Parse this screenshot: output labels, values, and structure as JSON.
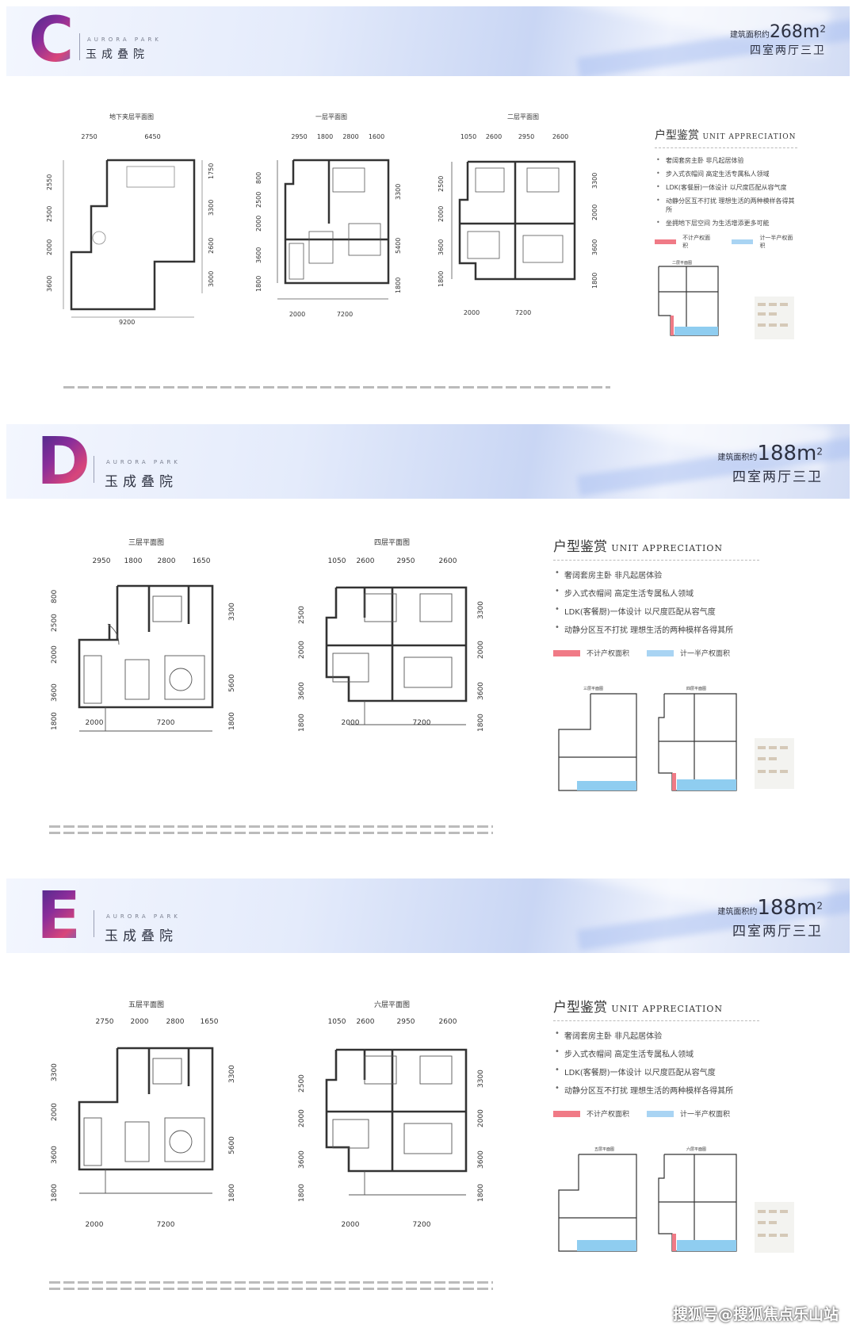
{
  "sections": [
    {
      "letter": "C",
      "brand_en": "AURORA PARK",
      "brand_cn": "玉成叠院",
      "area_label": "建筑面积约",
      "area_value": "268m",
      "area_sup": "2",
      "rooms": "四室两厅三卫",
      "plans": [
        {
          "title": "地下夹层平面图",
          "top_dims": [
            "2750",
            "6450"
          ],
          "bottom_dim": "9200",
          "left_dims": [
            "2550",
            "2500",
            "2000",
            "3600"
          ],
          "right_dims": [
            "1750",
            "3300",
            "2600",
            "3000"
          ]
        },
        {
          "title": "一层平面图",
          "top_dims": [
            "2950",
            "1800",
            "2800",
            "1600"
          ],
          "bottom_dims": [
            "2000",
            "7200"
          ],
          "left_dims": [
            "800",
            "2500",
            "2000",
            "3600",
            "1800"
          ],
          "right_dims": [
            "3300",
            "5400",
            "1800"
          ]
        },
        {
          "title": "二层平面图",
          "top_dims": [
            "1050",
            "2600",
            "2950",
            "2600"
          ],
          "bottom_dims": [
            "2000",
            "7200"
          ],
          "left_dims": [
            "2500",
            "2000",
            "3600",
            "1800"
          ],
          "right_dims": [
            "3300",
            "2000",
            "3600",
            "1800"
          ]
        }
      ],
      "ua_title": "户型鉴赏",
      "ua_title_en": "UNIT APPRECIATION",
      "features": [
        "奢阔套房主卧 非凡起居体验",
        "步入式衣帽间 高定生活专属私人领域",
        "LDK(客餐厨)一体设计 以尺度匹配从容气度",
        "动静分区互不打扰 理想生活的两种模样各得其所",
        "坐拥地下层空间 为生活增添更多可能"
      ],
      "legend_a": "不计产权面积",
      "legend_b": "计一半产权面积",
      "mini_titles": [
        "二层平面图"
      ]
    },
    {
      "letter": "D",
      "brand_en": "AURORA PARK",
      "brand_cn": "玉成叠院",
      "area_label": "建筑面积约",
      "area_value": "188m",
      "area_sup": "2",
      "rooms": "四室两厅三卫",
      "plans": [
        {
          "title": "三层平面图",
          "top_dims": [
            "2950",
            "1800",
            "2800",
            "1650"
          ],
          "bottom_dims": [
            "2000",
            "7200"
          ],
          "left_dims": [
            "800",
            "2500",
            "2000",
            "3600",
            "1800"
          ],
          "right_dims": [
            "3300",
            "5600",
            "1800"
          ]
        },
        {
          "title": "四层平面图",
          "top_dims": [
            "1050",
            "2600",
            "2950",
            "2600"
          ],
          "bottom_dims": [
            "2000",
            "7200"
          ],
          "left_dims": [
            "2500",
            "2000",
            "3600",
            "1800"
          ],
          "right_dims": [
            "3300",
            "2000",
            "3600",
            "1800"
          ]
        }
      ],
      "ua_title": "户型鉴赏",
      "ua_title_en": "UNIT APPRECIATION",
      "features": [
        "奢阔套房主卧 非凡起居体验",
        "步入式衣帽间 高定生活专属私人领域",
        "LDK(客餐厨)一体设计 以尺度匹配从容气度",
        "动静分区互不打扰 理想生活的两种模样各得其所"
      ],
      "legend_a": "不计产权面积",
      "legend_b": "计一半产权面积",
      "mini_titles": [
        "三层平面图",
        "四层平面图"
      ]
    },
    {
      "letter": "E",
      "brand_en": "AURORA PARK",
      "brand_cn": "玉成叠院",
      "area_label": "建筑面积约",
      "area_value": "188m",
      "area_sup": "2",
      "rooms": "四室两厅三卫",
      "plans": [
        {
          "title": "五层平面图",
          "top_dims": [
            "2750",
            "2000",
            "2800",
            "1650"
          ],
          "bottom_dims": [
            "2000",
            "7200"
          ],
          "left_dims": [
            "3300",
            "2000",
            "3600",
            "1800"
          ],
          "right_dims": [
            "3300",
            "5600",
            "1800"
          ]
        },
        {
          "title": "六层平面图",
          "top_dims": [
            "1050",
            "2600",
            "2950",
            "2600"
          ],
          "bottom_dims": [
            "2000",
            "7200"
          ],
          "left_dims": [
            "2500",
            "2000",
            "3600",
            "1800"
          ],
          "right_dims": [
            "3300",
            "2000",
            "3600",
            "1800"
          ]
        }
      ],
      "ua_title": "户型鉴赏",
      "ua_title_en": "UNIT APPRECIATION",
      "features": [
        "奢阔套房主卧 非凡起居体验",
        "步入式衣帽间 高定生活专属私人领域",
        "LDK(客餐厨)一体设计 以尺度匹配从容气度",
        "动静分区互不打扰 理想生活的两种模样各得其所"
      ],
      "legend_a": "不计产权面积",
      "legend_b": "计一半产权面积",
      "mini_titles": [
        "五层平面图",
        "六层平面图"
      ]
    }
  ],
  "colors": {
    "legend_a": "#f07a86",
    "legend_b": "#a9d4f3",
    "pool": "#8fcdf0",
    "line": "#333333"
  },
  "watermark": "搜狐号@搜狐焦点乐山站"
}
